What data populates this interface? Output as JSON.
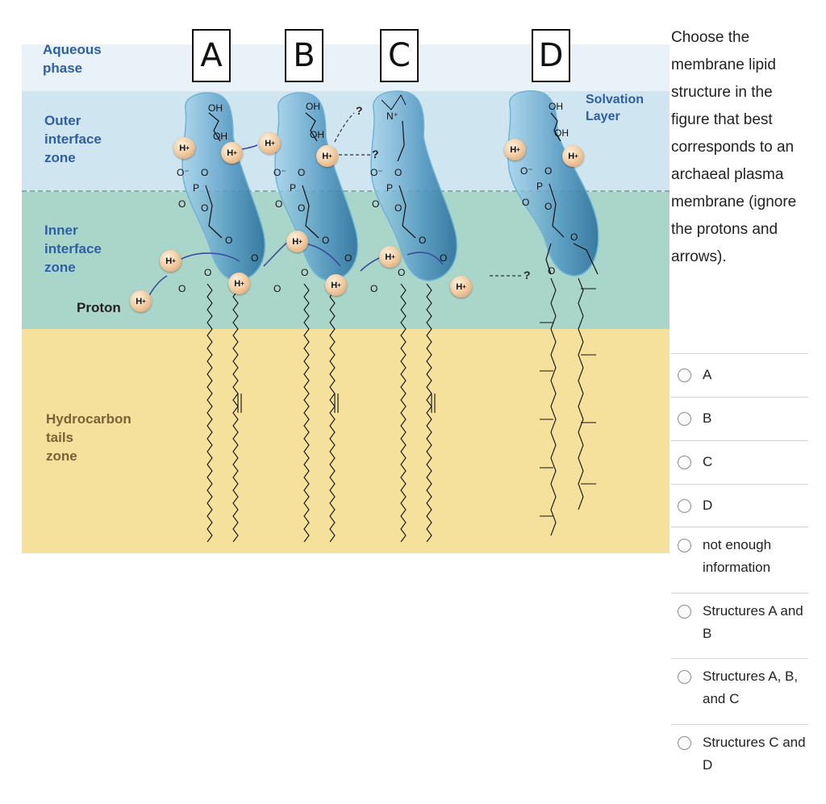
{
  "figure": {
    "structure_labels": [
      "A",
      "B",
      "C",
      "D"
    ],
    "zones": {
      "aqueous": "Aqueous\nphase",
      "outer": "Outer\ninterface\nzone",
      "inner": "Inner\ninterface\nzone",
      "hydrocarbon": "Hydrocarbon\ntails\nzone",
      "proton": "Proton",
      "solvation": "Solvation\nLayer"
    },
    "proton_symbol": "H",
    "proton_charge": "+",
    "unknown_mark": "?",
    "colors": {
      "aqueous": "#e8f2f8",
      "outer": "#cfe5ef",
      "inner": "#a9d6c9",
      "hydrocarbon": "#f5e19c",
      "headgroup": "#5aa0c8",
      "proton": "#e9b988",
      "label_blue": "#2f5ea8",
      "label_brown": "#7a6236"
    }
  },
  "question": {
    "text": "Choose the membrane lipid structure in the figure that best corresponds to an archaeal plasma membrane (ignore the protons and arrows)."
  },
  "options": [
    {
      "label": "A"
    },
    {
      "label": "B"
    },
    {
      "label": "C"
    },
    {
      "label": "D"
    },
    {
      "label": "not enough information"
    },
    {
      "label": "Structures A and B"
    },
    {
      "label": "Structures A, B, and C"
    },
    {
      "label": "Structures C and D"
    }
  ]
}
